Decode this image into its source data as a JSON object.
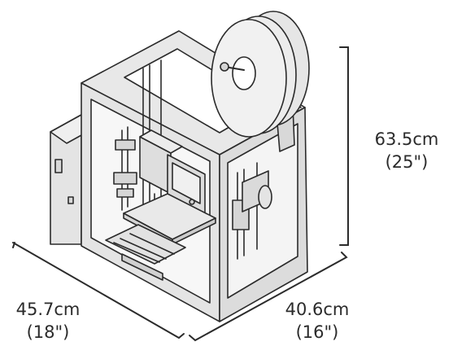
{
  "dimensions": {
    "height": {
      "metric": "63.5cm",
      "imperial": "(25\")"
    },
    "width": {
      "metric": "45.7cm",
      "imperial": "(18\")"
    },
    "depth": {
      "metric": "40.6cm",
      "imperial": "(16\")"
    }
  },
  "colors": {
    "outline": "#2b2b2b",
    "body_fill": "#e4e4e4",
    "dark_fill": "#cfcfcf",
    "light_fill": "#efefef",
    "dimension_line": "#2b2b2b",
    "text": "#2b2b2b"
  }
}
